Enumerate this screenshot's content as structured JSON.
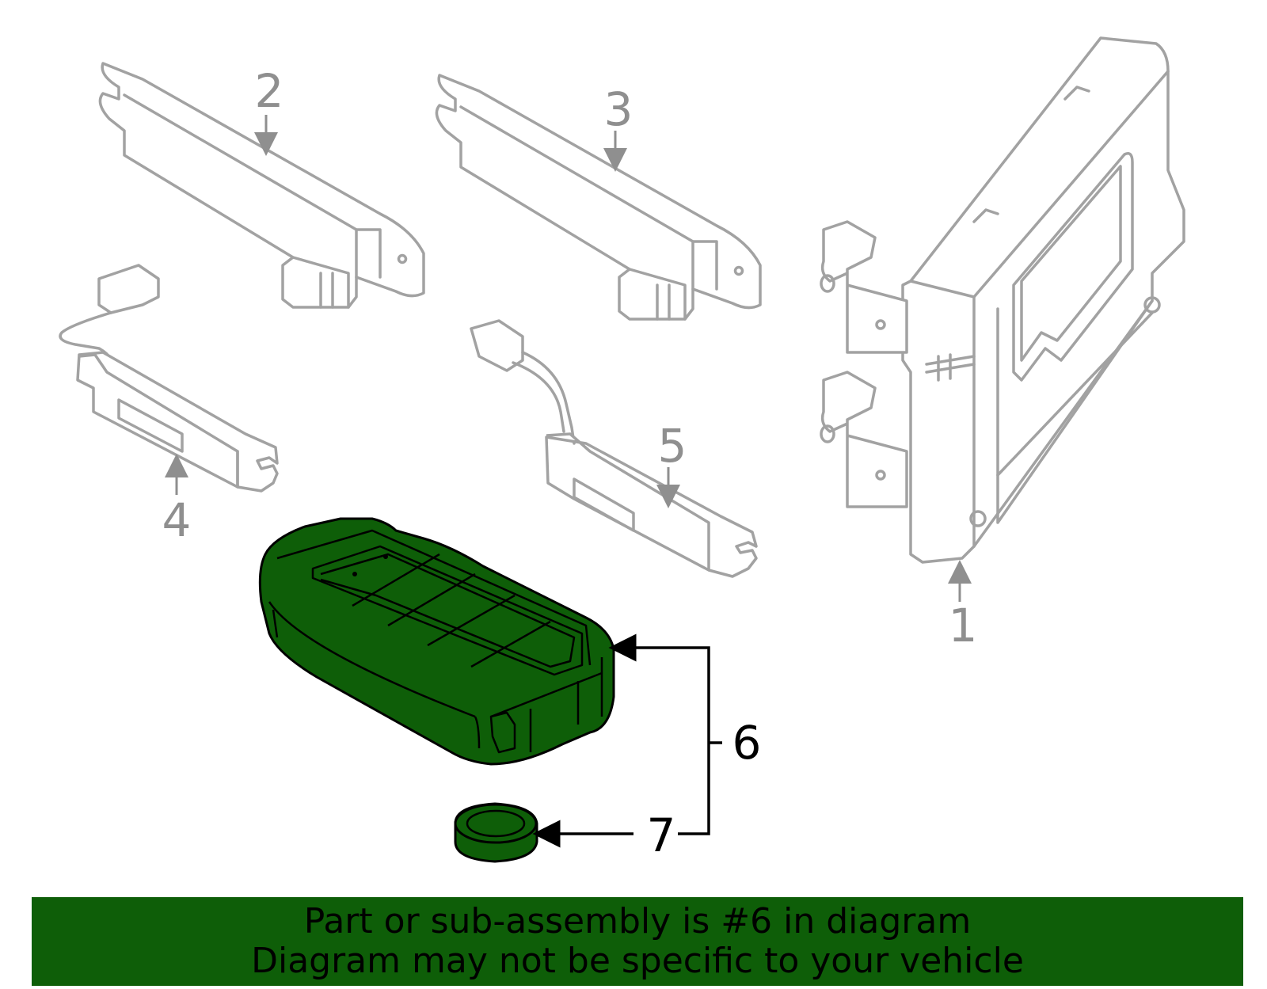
{
  "callouts": {
    "c1": "1",
    "c2": "2",
    "c3": "3",
    "c4": "4",
    "c5": "5",
    "c6": "6",
    "c7": "7"
  },
  "banner": {
    "line1": "Part or sub-assembly is #6 in diagram",
    "line2": "Diagram may not be specific to your vehicle"
  },
  "colors": {
    "highlight": "#0e5e08",
    "outline": "#a2a2a2",
    "callout_grey": "#8f8f8f"
  }
}
